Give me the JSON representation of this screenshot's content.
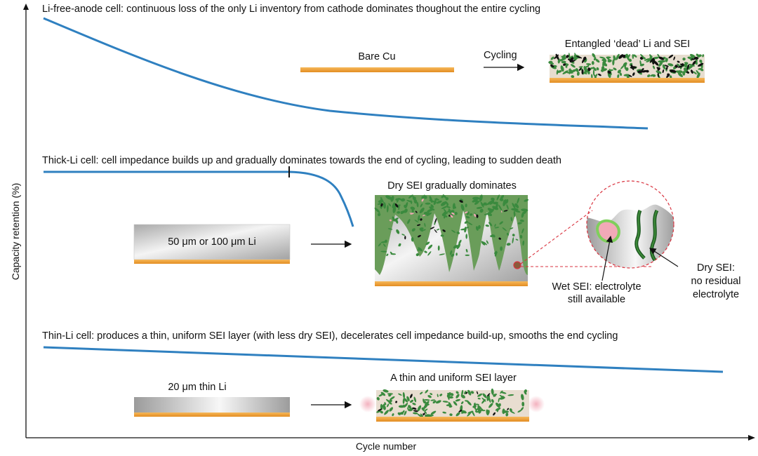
{
  "panels": {
    "li_free": {
      "title": "Li-free-anode cell: continuous loss of the only Li inventory from cathode dominates thoughout the entire cycling",
      "bare_cu_label": "Bare Cu",
      "cycling_label": "Cycling",
      "result_label": "Entangled ‘dead’ Li and SEI"
    },
    "thick_li": {
      "title": "Thick-Li cell: cell impedance builds up and gradually dominates towards the end of cycling, leading to sudden death",
      "electrode_label": "50 μm or 100 μm Li",
      "result_label": "Dry SEI gradually dominates",
      "wet_sei_label": [
        "Wet SEI: electrolyte",
        "still available"
      ],
      "dry_sei_label": [
        "Dry SEI:",
        "no residual",
        "electrolyte"
      ]
    },
    "thin_li": {
      "title": "Thin-Li cell: produces a thin, uniform SEI layer (with less dry SEI), decelerates cell impedance build-up, smooths the end cycling",
      "electrode_label": "20 μm thin Li",
      "result_label": "A thin and uniform SEI layer"
    }
  },
  "axes": {
    "x_label": "Cycle number",
    "y_label": "Capacity retention (%)"
  },
  "colors": {
    "curve": "#2f80c0",
    "copper": "#f0a23c",
    "sei_green": "#3a8a3e",
    "dead_li": "#111111",
    "electrolyte_pink": "#f2a9b7",
    "zoom_circle": "#d9333f"
  }
}
